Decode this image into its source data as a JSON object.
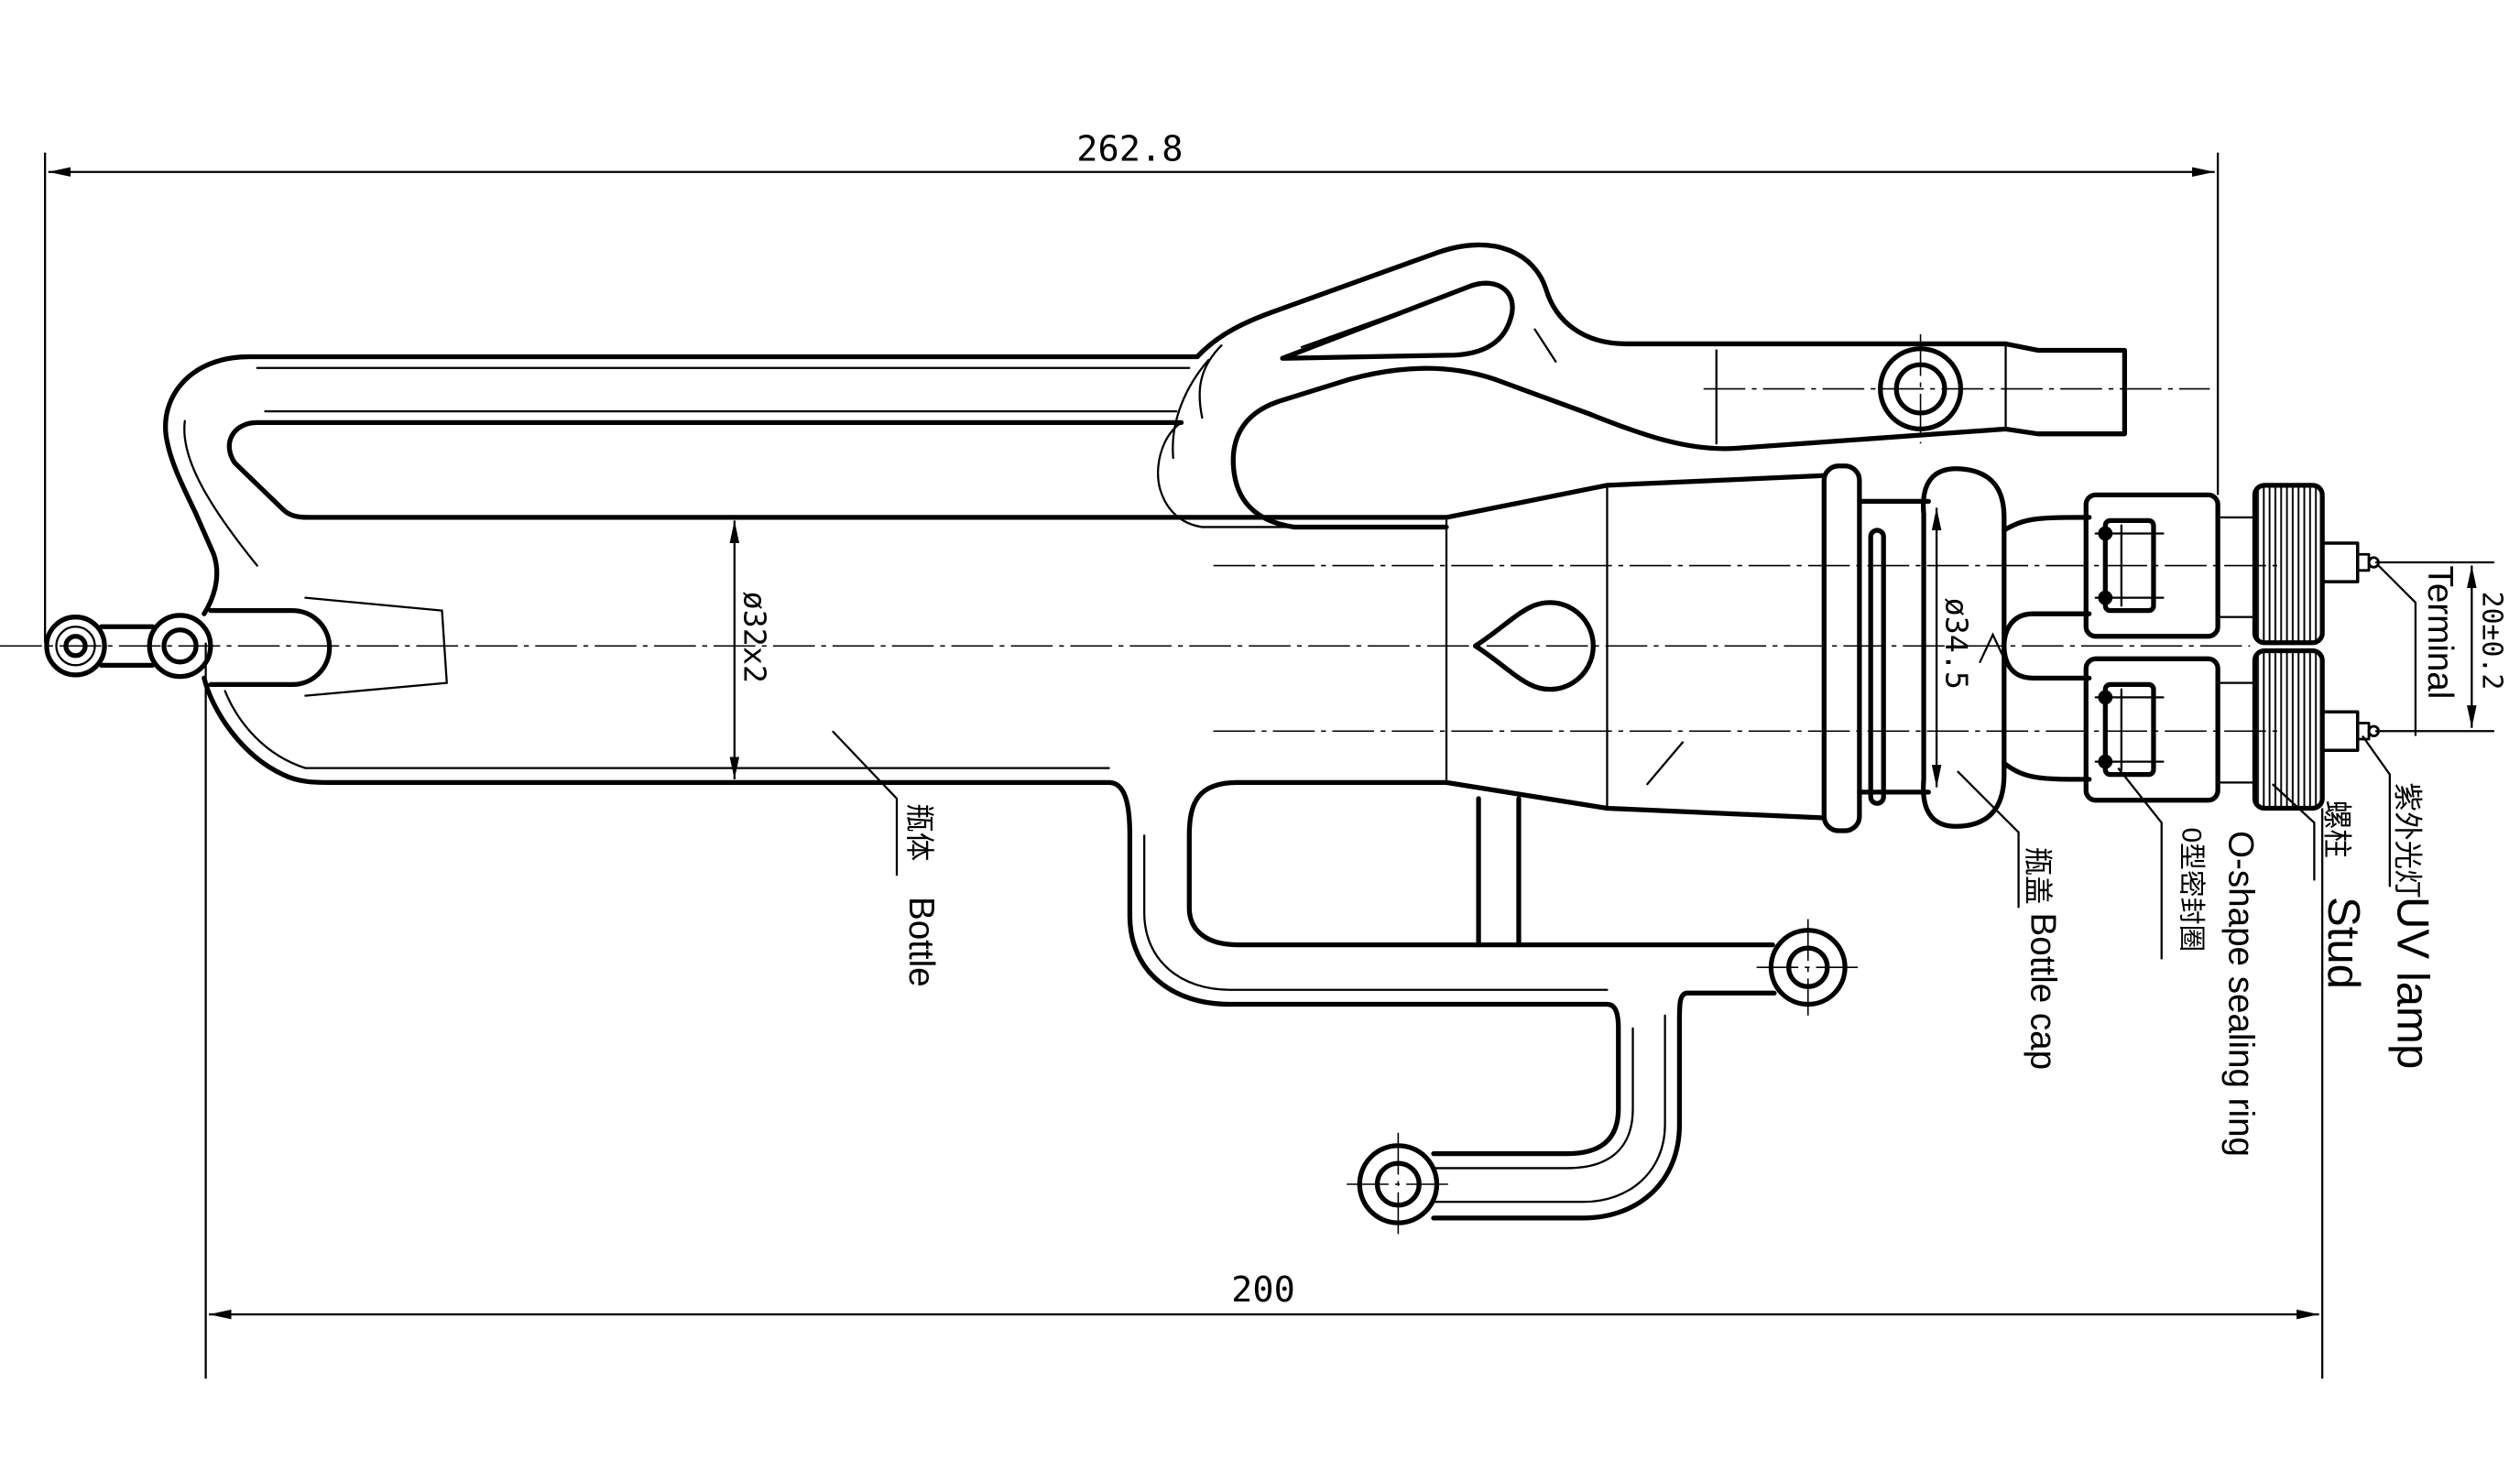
{
  "dimensions": {
    "overall_length": "262.8",
    "mount_span": "200",
    "bottle_diameter": "ø32x2",
    "cap_diameter": "ø34.5",
    "terminal_spacing": "20±0.2"
  },
  "labels": {
    "bottle": {
      "zh": "瓶体",
      "en": "Bottle"
    },
    "bottle_cap": {
      "zh": "瓶盖",
      "en": "Bottle cap"
    },
    "o_ring": {
      "zh": "0型密封圈",
      "en": "O-shape sealing ring"
    },
    "stud": {
      "zh": "螺柱",
      "en": "Stud"
    },
    "uv_lamp": {
      "zh": "紫外光灯",
      "en": "UV lamp"
    },
    "terminal": {
      "en": "Terminal"
    }
  }
}
